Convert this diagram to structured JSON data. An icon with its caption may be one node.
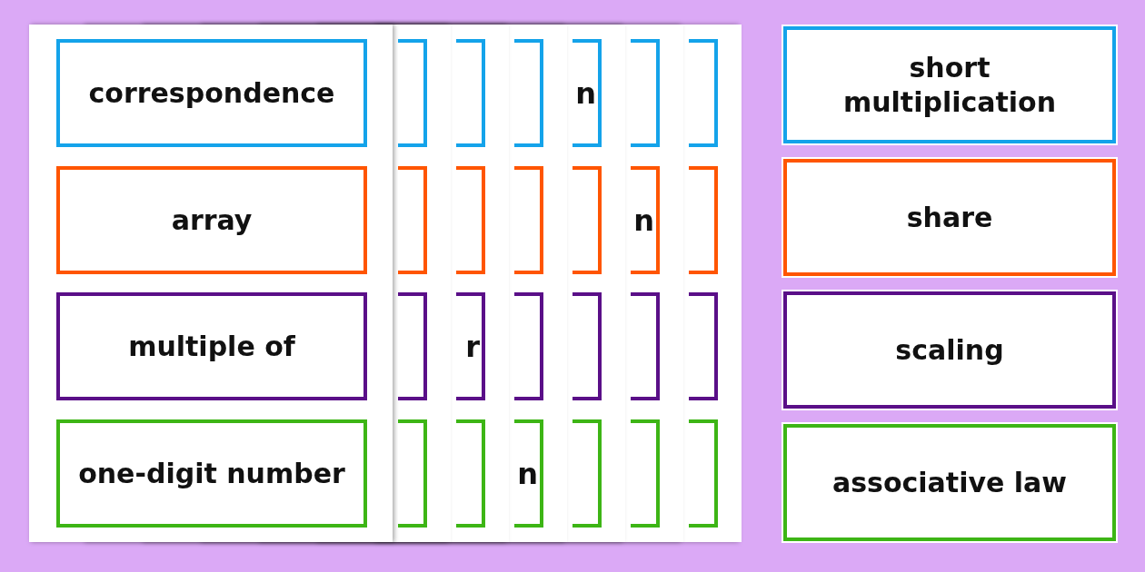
{
  "diagram": {
    "nodes": [
      {
        "text": [
          "correspondence"
        ]
      },
      {
        "text": [],
        "shape": "box"
      },
      {
        "text": [],
        "shape": "box"
      },
      {
        "text": [],
        "shape": "box"
      },
      {
        "text": [
          "n"
        ]
      },
      {
        "text": [],
        "shape": "box"
      },
      {
        "text": [],
        "shape": "box"
      },
      {
        "text": [
          "short multiplication"
        ]
      },
      {
        "text": [
          "array"
        ]
      },
      {
        "text": [],
        "shape": "box"
      },
      {
        "text": [],
        "shape": "box"
      },
      {
        "text": [],
        "shape": "box"
      },
      {
        "text": [],
        "shape": "box"
      },
      {
        "text": [
          "n"
        ]
      },
      {
        "text": [],
        "shape": "box"
      },
      {
        "text": [
          "share"
        ]
      },
      {
        "text": [
          "multiple of"
        ]
      },
      {
        "text": [],
        "shape": "box"
      },
      {
        "text": [
          "r"
        ]
      },
      {
        "text": [],
        "shape": "box"
      },
      {
        "text": [],
        "shape": "box"
      },
      {
        "text": [],
        "shape": "box"
      },
      {
        "text": [],
        "shape": "box"
      },
      {
        "text": [
          "scaling"
        ]
      },
      {
        "text": [
          "one-digit number"
        ]
      },
      {
        "text": [],
        "shape": "box"
      },
      {
        "text": [],
        "shape": "box"
      },
      {
        "text": [
          "n"
        ]
      },
      {
        "text": [],
        "shape": "box"
      },
      {
        "text": [],
        "shape": "box"
      },
      {
        "text": [],
        "shape": "box"
      },
      {
        "text": [
          "associative law"
        ]
      }
    ]
  }
}
